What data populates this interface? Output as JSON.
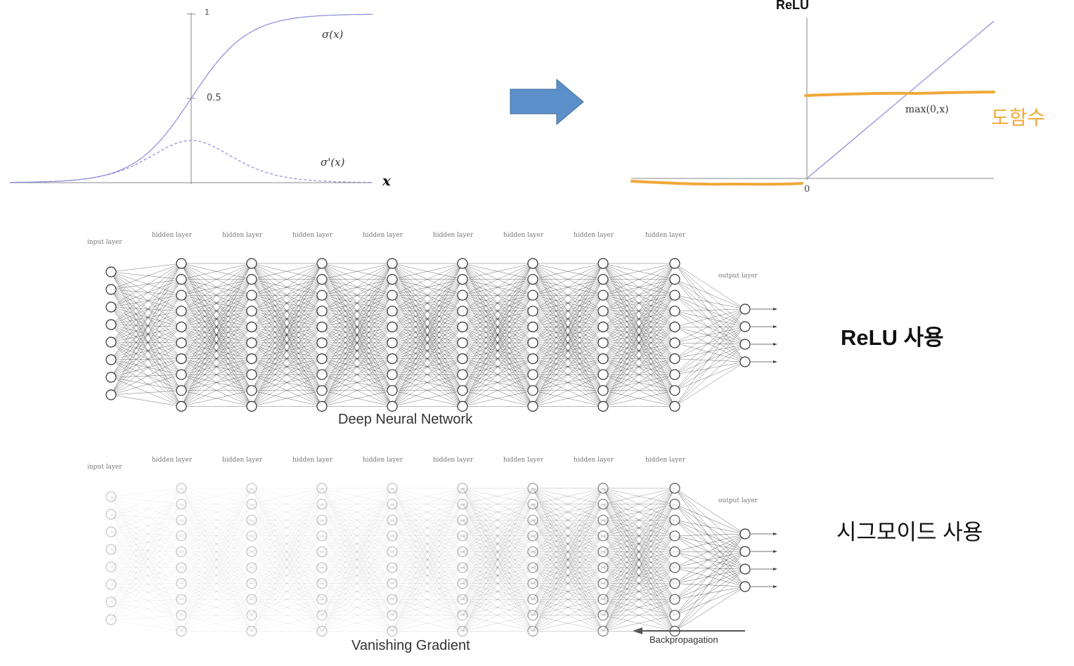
{
  "sigmoid_plot": {
    "label_sigma": "σ(x)",
    "label_derivative": "σ'(x)",
    "tick_one": "1",
    "tick_half": "0.5",
    "axis_x": "x",
    "color": "#8b8bdd"
  },
  "arrow": {
    "color": "#5b8fc9"
  },
  "relu_plot": {
    "title": "ReLU",
    "label_max": "max(0,x)",
    "tick_zero": "0",
    "derivative_label": "도함수",
    "derivative_color": "#f0a83a",
    "line_color": "#8b8bdd"
  },
  "networks": {
    "input_label": "input layer",
    "hidden_label": "hidden layer",
    "output_label": "output layer",
    "top_caption": "Deep Neural Network",
    "bottom_caption": "Vanishing Gradient",
    "backprop_label": "Backpropagation",
    "top_side_label": "ReLU 사용",
    "bottom_side_label": "시그모이드 사용"
  }
}
